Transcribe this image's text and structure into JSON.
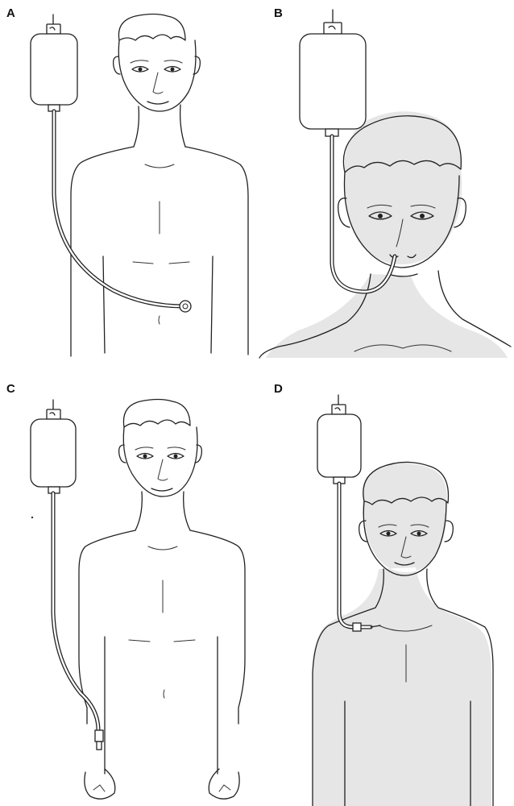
{
  "colors": {
    "background": "#ffffff",
    "line": "#222222",
    "skin_shading": "#e6e6e6"
  },
  "panels": [
    {
      "label": "A",
      "description_icon": "iv-bag-abdominal-feeding-tube-icon"
    },
    {
      "label": "B",
      "description_icon": "iv-bag-nasal-tube-icon"
    },
    {
      "label": "C",
      "description_icon": "iv-bag-arm-intravenous-line-icon"
    },
    {
      "label": "D",
      "description_icon": "iv-bag-central-venous-catheter-icon"
    }
  ]
}
